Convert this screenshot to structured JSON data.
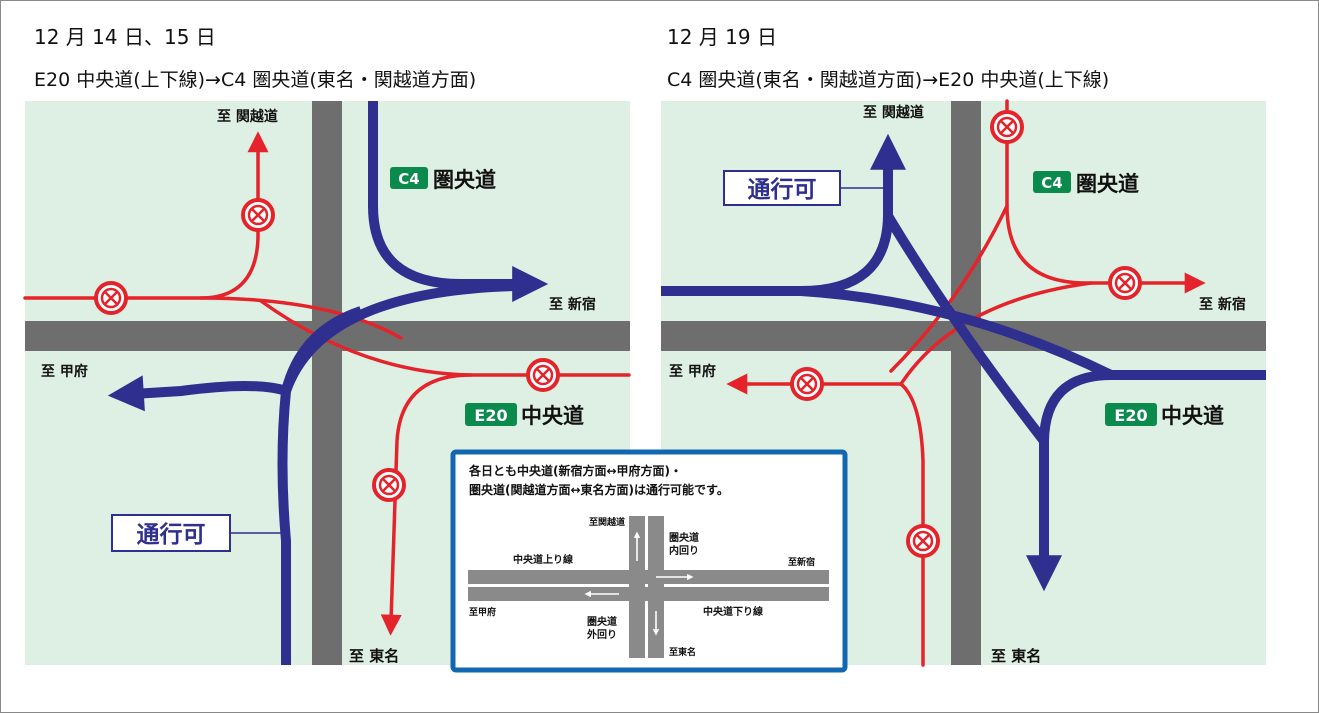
{
  "left": {
    "date": "12 月 14 日、15 日",
    "route": "E20 中央道(上下線)→C4 圏央道(東名・関越道方面)",
    "to_kanetsu": "至 関越道",
    "to_shinjuku": "至 新宿",
    "to_kofu": "至 甲府",
    "to_tomei": "至 東名",
    "c4_badge": "C4",
    "c4_name": "圏央道",
    "e20_badge": "E20",
    "e20_name": "中央道",
    "passable": "通行可"
  },
  "right": {
    "date": "12 月 19 日",
    "route": "C4 圏央道(東名・関越道方面)→E20 中央道(上下線)",
    "to_kanetsu": "至 関越道",
    "to_shinjuku": "至 新宿",
    "to_kofu": "至 甲府",
    "to_tomei": "至 東名",
    "c4_badge": "C4",
    "c4_name": "圏央道",
    "e20_badge": "E20",
    "e20_name": "中央道",
    "passable": "通行可"
  },
  "note": {
    "line1": "各日とも中央道(新宿方面↔甲府方面)・",
    "line2": "圏央道(関越道方面↔東名方面)は通行可能です。",
    "to_kanetsu": "至関越道",
    "to_shinjuku": "至新宿",
    "to_kofu": "至甲府",
    "to_tomei": "至東名",
    "chuo_up": "中央道上り線",
    "chuo_down": "中央道下り線",
    "ken_inner_1": "圏央道",
    "ken_inner_2": "内回り",
    "ken_outer_1": "圏央道",
    "ken_outer_2": "外回り"
  },
  "colors": {
    "panel_bg": "#deefe4",
    "road": "#6e6e6e",
    "open_route": "#2e2f8f",
    "closed_route": "#e4232a",
    "badge": "#0a8a4c",
    "note_border": "#1168b0"
  }
}
